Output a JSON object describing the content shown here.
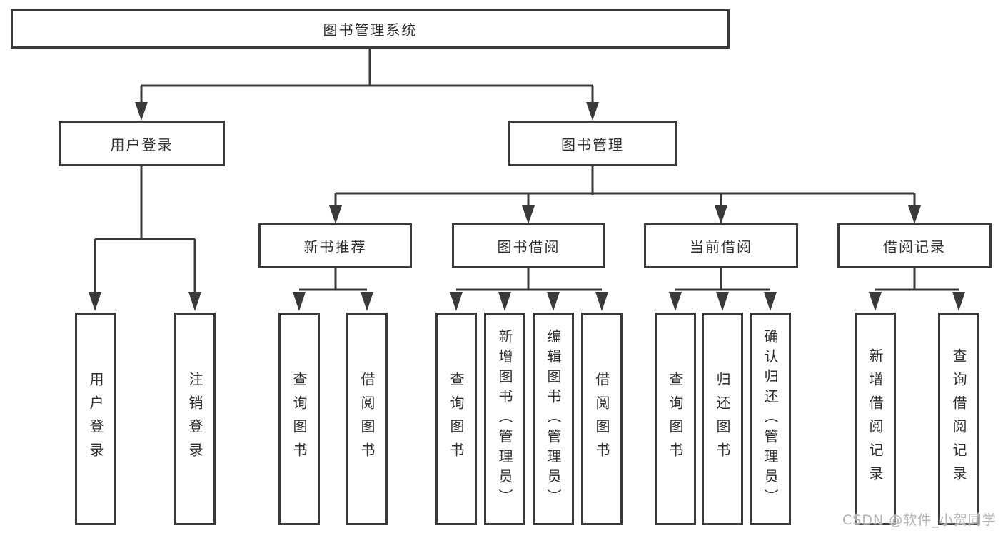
{
  "nodes": {
    "root": "图书管理系统",
    "user_login": "用户登录",
    "book_management": "图书管理",
    "new_book_recommend": "新书推荐",
    "book_borrowing": "图书借阅",
    "current_borrowing": "当前借阅",
    "borrowing_records": "借阅记录",
    "leaf_user_login": "用户登录",
    "leaf_logout": "注销登录",
    "leaf_recommend_query": "查询图书",
    "leaf_recommend_borrow": "借阅图书",
    "leaf_borrow_query": "查询图书",
    "leaf_borrow_add": "新增图书（管理员）",
    "leaf_borrow_edit": "编辑图书（管理员）",
    "leaf_borrow_borrow": "借阅图书",
    "leaf_current_query": "查询图书",
    "leaf_current_return": "归还图书",
    "leaf_current_confirm": "确认归还（管理员）",
    "leaf_record_add": "新增借阅记录",
    "leaf_record_query": "查询借阅记录"
  },
  "hierarchy": {
    "图书管理系统": {
      "用户登录": [
        "用户登录",
        "注销登录"
      ],
      "图书管理": {
        "新书推荐": [
          "查询图书",
          "借阅图书"
        ],
        "图书借阅": [
          "查询图书",
          "新增图书（管理员）",
          "编辑图书（管理员）",
          "借阅图书"
        ],
        "当前借阅": [
          "查询图书",
          "归还图书",
          "确认归还（管理员）"
        ],
        "借阅记录": [
          "新增借阅记录",
          "查询借阅记录"
        ]
      }
    }
  },
  "watermark": "CSDN @软件_小贺同学",
  "colors": {
    "line": "#3a3a3a",
    "text": "#2e2e2e",
    "watermark": "#b3b3b3",
    "background": "#ffffff"
  }
}
